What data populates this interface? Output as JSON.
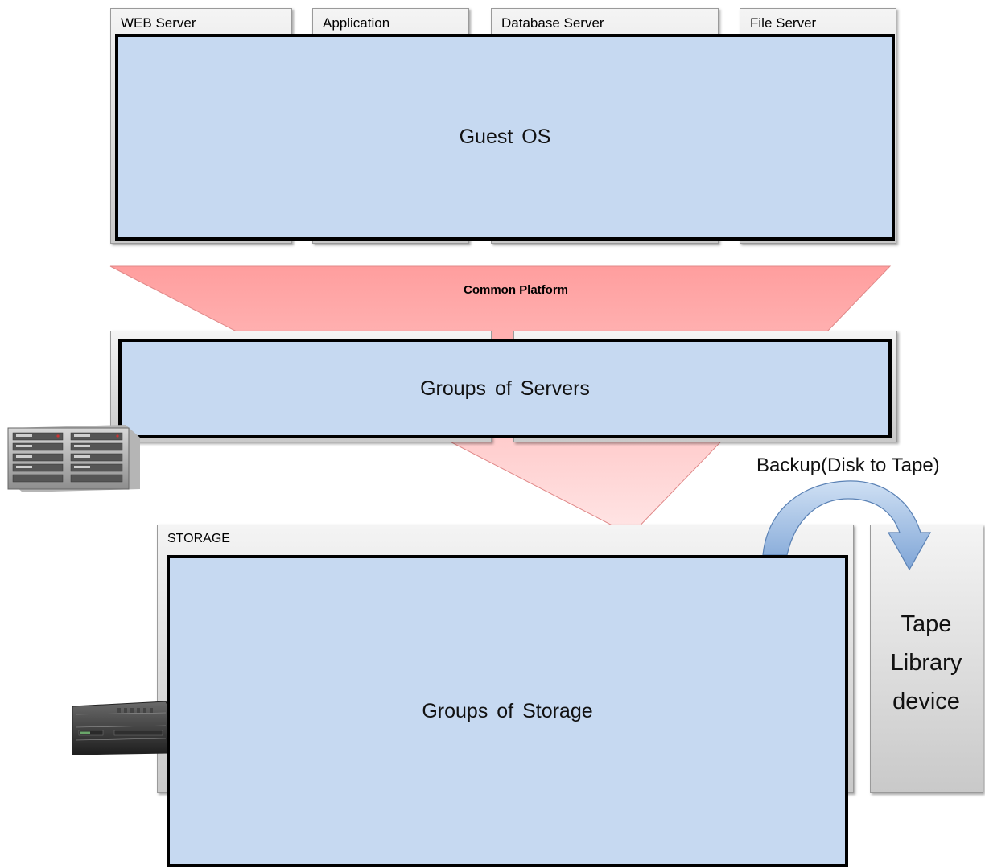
{
  "server_panels": [
    {
      "label": "WEB Server"
    },
    {
      "label": "Application"
    },
    {
      "label": "Database Server"
    },
    {
      "label": "File Server"
    }
  ],
  "guest_os": {
    "label": "Guest OS"
  },
  "common_platform": {
    "label": "Common Platform"
  },
  "groups_of_servers": {
    "label": "Groups of Servers"
  },
  "storage": {
    "panel_label": "STORAGE",
    "groups_label": "Groups of Storage"
  },
  "backup": {
    "label": "Backup(Disk to Tape)"
  },
  "tape_library": {
    "label": "Tape\nLibrary\ndevice"
  },
  "colors": {
    "blue_box": "#c6d9f1",
    "platform_funnel_top": "#ff9e9e",
    "platform_funnel_bottom": "#ffe2e2",
    "arrow_blue": "#8fb3dd",
    "panel_grey": "#d9d9d9"
  },
  "images": {
    "blade_chassis": "blade-server-chassis-photo",
    "rack_storage": "rack-storage-unit-photo"
  }
}
